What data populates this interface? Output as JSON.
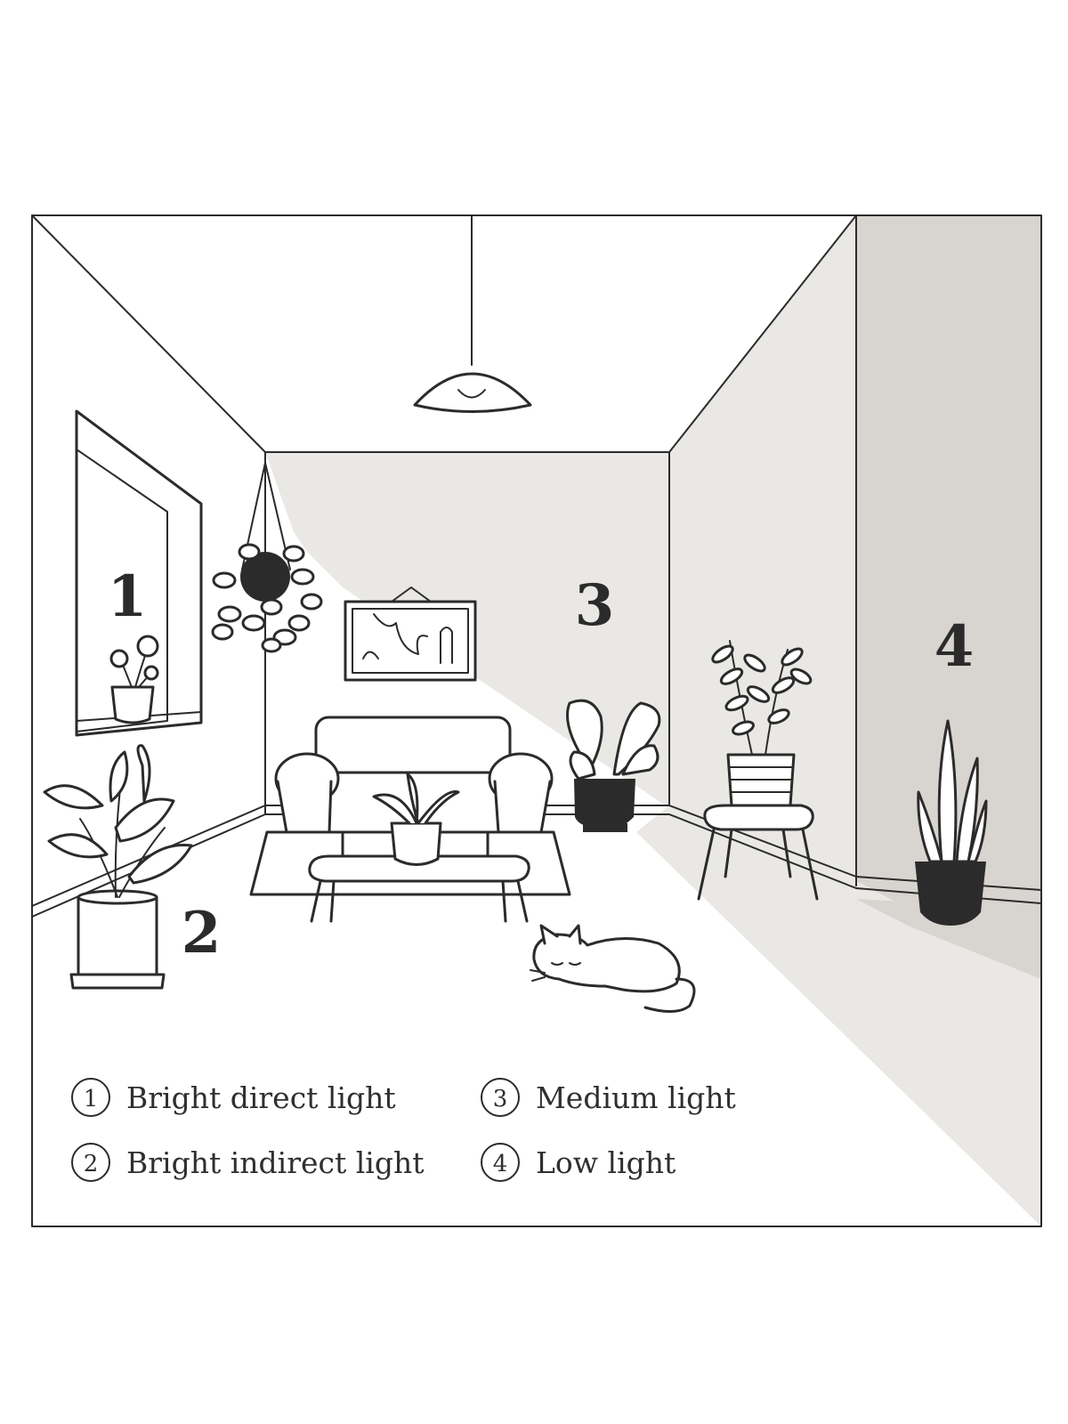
{
  "zones": [
    {
      "number": "1"
    },
    {
      "number": "2"
    },
    {
      "number": "3"
    },
    {
      "number": "4"
    }
  ],
  "legend": [
    {
      "number": "1",
      "label": "Bright direct light"
    },
    {
      "number": "2",
      "label": "Bright indirect light"
    },
    {
      "number": "3",
      "label": "Medium light"
    },
    {
      "number": "4",
      "label": "Low light"
    }
  ],
  "colors": {
    "line": "#2b2b2b",
    "back_wall": "#e9e8e5",
    "right_wall": "#e9e8e5",
    "low_light_panel": "#d8d4d0",
    "floor_shadow": "#e9e8e5",
    "background": "#ffffff"
  }
}
